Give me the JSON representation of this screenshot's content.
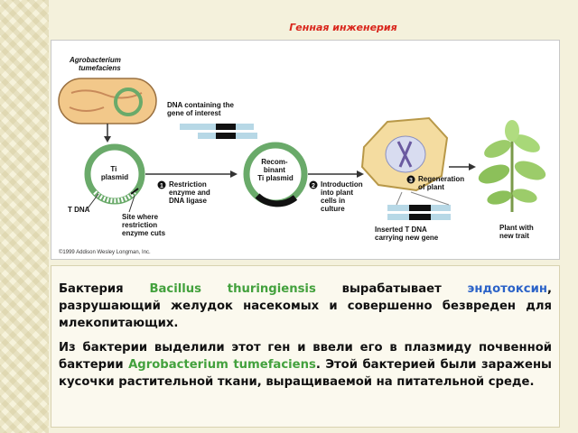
{
  "title": "Генная инженерия",
  "diagram": {
    "organism": [
      "Agrobacterium",
      "tumefaciens"
    ],
    "dna_label": [
      "DNA containing the",
      "gene of interest"
    ],
    "ti_plasmid": [
      "Ti",
      "plasmid"
    ],
    "recombinant": [
      "Recom-",
      "binant",
      "Ti plasmid"
    ],
    "step1": {
      "num": "1",
      "lines": [
        "Restriction",
        "enzyme and",
        "DNA ligase"
      ]
    },
    "step2": {
      "num": "2",
      "lines": [
        "Introduction",
        "into plant",
        "cells in",
        "culture"
      ]
    },
    "step3": {
      "num": "3",
      "lines": [
        "Regeneration",
        "of plant"
      ]
    },
    "t_dna": "T DNA",
    "site_label": [
      "Site where",
      "restriction",
      "enzyme cuts"
    ],
    "inserted_label": [
      "Inserted T DNA",
      "carrying new gene"
    ],
    "plant_label": [
      "Plant with",
      "new trait"
    ],
    "copyright": "©1999 Addison Wesley Longman, Inc."
  },
  "text": {
    "p1": {
      "part1": "Бактерия ",
      "species": "Bacillus thuringiensis",
      "part2": " вырабатывает ",
      "toxin": "эндотоксин",
      "part3": ", разрушающий желудок насекомых и совершенно безвреден для млекопитающих."
    },
    "p2": {
      "part1": "Из бактерии выделили этот ген и ввели его в  плазмиду почвенной бактерии ",
      "species": "Agrobacterium tumefaciens",
      "part2": ". Этой бактерией были заражены кусочки растительной ткани, выращиваемой на питательной среде."
    }
  }
}
